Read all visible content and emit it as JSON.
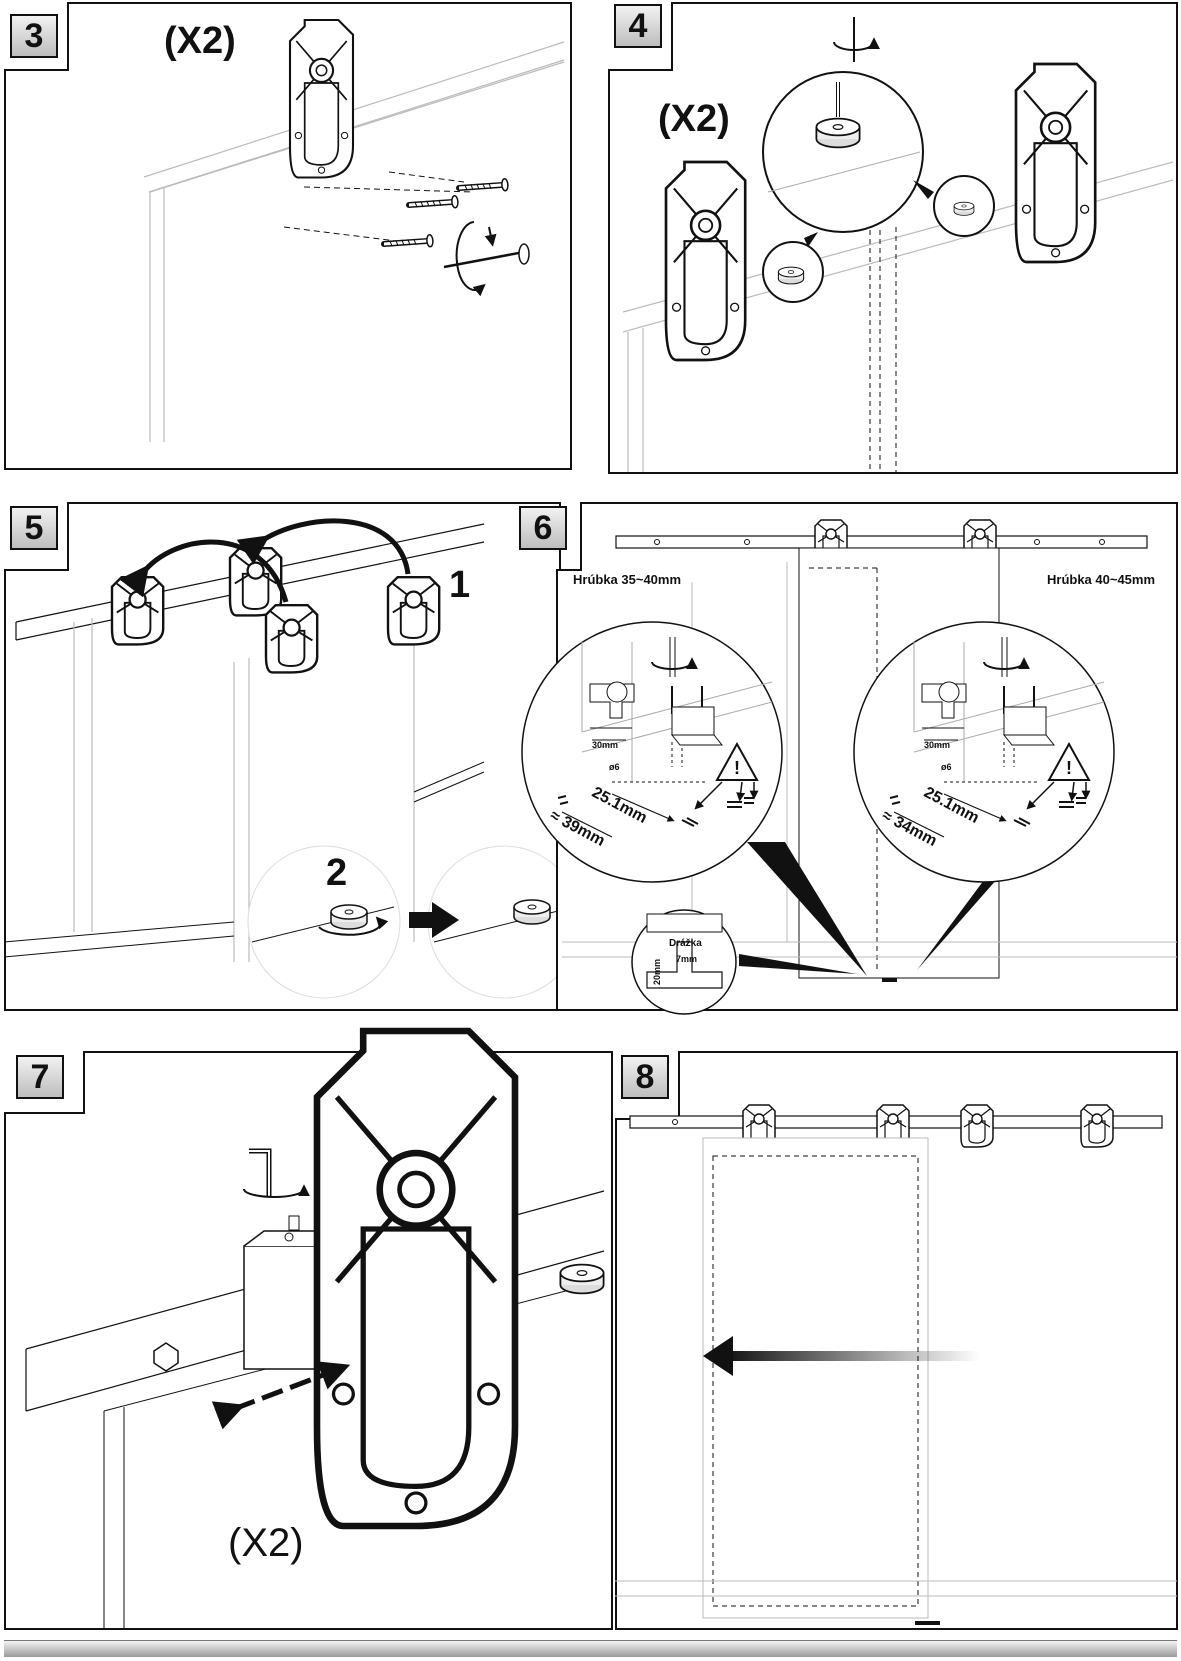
{
  "steps": {
    "s3": {
      "number": "3",
      "quantity": "(X2)"
    },
    "s4": {
      "number": "4",
      "quantity": "(X2)"
    },
    "s5": {
      "number": "5",
      "sub1": "1",
      "sub2": "2"
    },
    "s6": {
      "number": "6",
      "left_title": "Hrúbka 35~40mm",
      "right_title": "Hrúbka 40~45mm",
      "left_offset": "≈ 39mm",
      "right_offset": "≈ 34mm",
      "dim_center": "25.1mm",
      "drill_depth": "30mm",
      "drill_dia": "ø6",
      "warning_mark": "!",
      "groove_title": "Drážka",
      "groove_width": "7mm",
      "groove_depth": "20mm"
    },
    "s7": {
      "number": "7",
      "quantity": "(X2)"
    },
    "s8": {
      "number": "8"
    }
  },
  "colors": {
    "line": "#111111",
    "box_fill": "#d0d0d0",
    "bar": "#9a9a9a"
  }
}
